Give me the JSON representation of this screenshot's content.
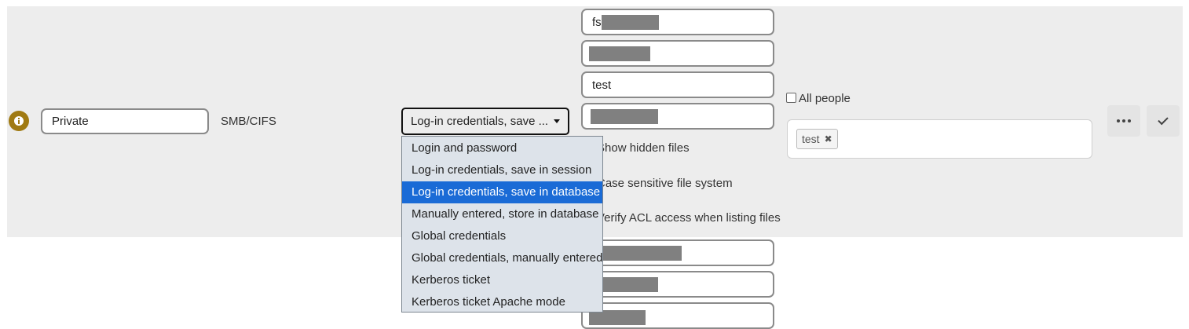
{
  "mount_row": {
    "name_value": "Private",
    "backend_label": "SMB/CIFS",
    "auth_select": {
      "selected_display": "Log-in credentials, save ...",
      "options": [
        "Login and password",
        "Log-in credentials, save in session",
        "Log-in credentials, save in database",
        "Manually entered, store in database",
        "Global credentials",
        "Global credentials, manually entered",
        "Kerberos ticket",
        "Kerberos ticket Apache mode"
      ],
      "highlighted_index": 2
    },
    "config": {
      "host_prefix": "fs",
      "share_value": "test",
      "option_show_hidden": "Show hidden files",
      "option_case_sensitive": "Case sensitive file system",
      "option_verify_acl": "Verify ACL access when listing files"
    },
    "applicable": {
      "all_people_label": "All people",
      "tags": [
        "test"
      ]
    },
    "actions": {
      "more_icon": "ellipsis-icon",
      "confirm_icon": "check-icon"
    }
  }
}
